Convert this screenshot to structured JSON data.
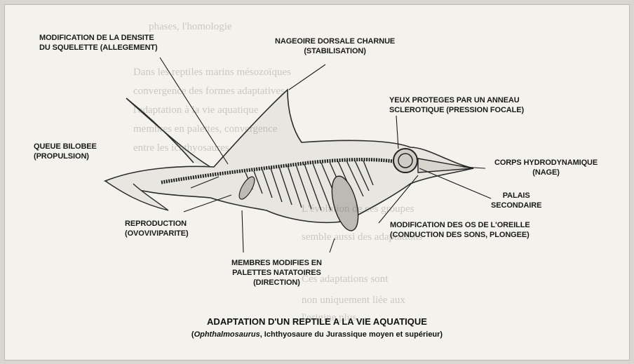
{
  "background_text": [
    "phases, l'homologie",
    "Dans les reptiles marins mésozoïques",
    "convergence des formes adaptatives",
    "l'adaptation à la vie aquatique",
    "membres en palettes, convergence",
    "entre les ichthyosaures",
    "L'évolution de ces groupes",
    "semble aussi des adaptations",
    "Ces adaptations sont",
    "non uniquement liée aux",
    "l'origine plus"
  ],
  "labels": {
    "densite": [
      "MODIFICATION DE LA DENSITE",
      "DU SQUELETTE (ALLEGEMENT)"
    ],
    "nageoire": [
      "NAGEOIRE DORSALE CHARNUE",
      "(STABILISATION)"
    ],
    "yeux": [
      "YEUX PROTEGES PAR UN ANNEAU",
      "SCLEROTIQUE (PRESSION FOCALE)"
    ],
    "queue": [
      "QUEUE BILOBEE",
      "(PROPULSION)"
    ],
    "corps": [
      "CORPS HYDRODYNAMIQUE",
      "(NAGE)"
    ],
    "palais": [
      "PALAIS",
      "SECONDAIRE"
    ],
    "reproduction": [
      "REPRODUCTION",
      "(OVOVIVIPARITE)"
    ],
    "oreille": [
      "MODIFICATION DES OS DE L'OREILLE",
      "(CONDUCTION DES SONS, PLONGEE)"
    ],
    "membres": [
      "MEMBRES MODIFIES EN",
      "PALETTES NATATOIRES",
      "(DIRECTION)"
    ]
  },
  "caption": {
    "title": "ADAPTATION D'UN REPTILE A LA VIE AQUATIQUE",
    "genus": "Ophthalmosaurus",
    "rest": ", Ichthyosaure du Jurassique moyen et supérieur)",
    "open": "("
  }
}
